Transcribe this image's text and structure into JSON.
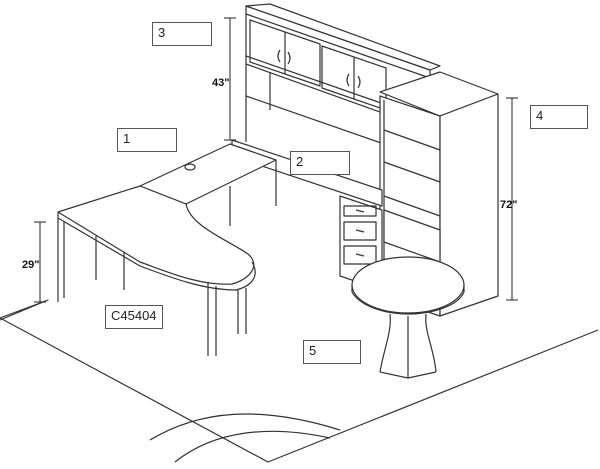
{
  "callouts": {
    "c1": "1",
    "c2": "2",
    "c3": "3",
    "c4": "4",
    "c5": "5"
  },
  "model_code": "C45404",
  "dimensions": {
    "desk_height": "29\"",
    "hutch_height": "43\"",
    "bookcase_height": "72\""
  }
}
